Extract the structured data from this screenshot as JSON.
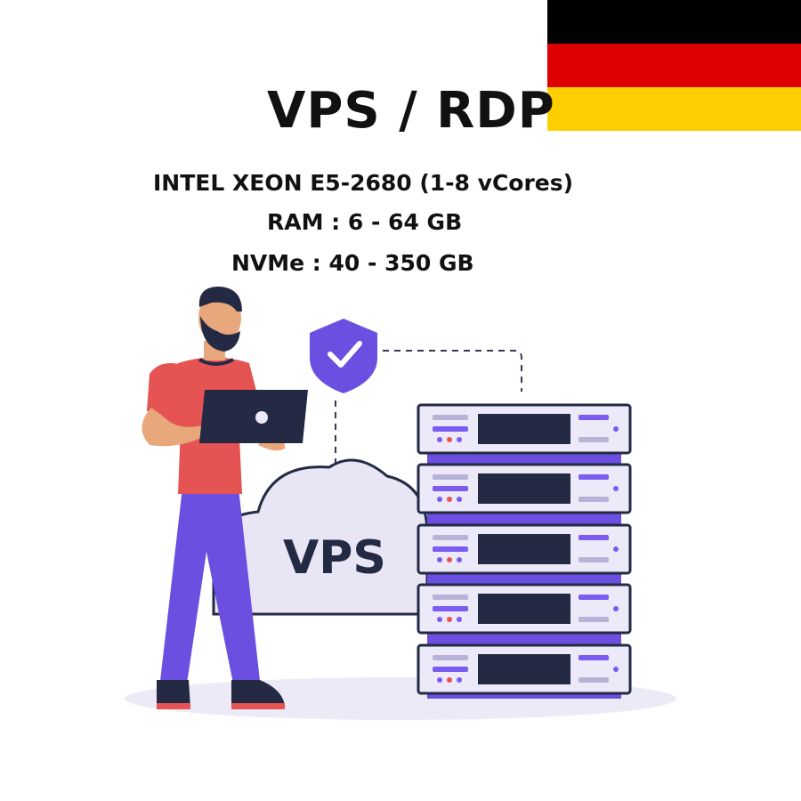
{
  "title": "VPS / RDP",
  "specs": {
    "cpu": "INTEL XEON E5-2680 (1-8 vCores)",
    "ram": "RAM : 6 - 64 GB",
    "storage": "NVMe : 40 - 350 GB"
  },
  "illustration": {
    "cloud_label": "VPS",
    "colors": {
      "shirt": "#e65353",
      "pants": "#6640d8",
      "navy": "#252a44",
      "accent_purple": "#7a5cf0",
      "server_face": "#eceaf8",
      "cloud": "#e8e6f5"
    }
  },
  "flag": {
    "country": "Germany",
    "colors": [
      "#000000",
      "#dd0000",
      "#ffce00"
    ]
  }
}
